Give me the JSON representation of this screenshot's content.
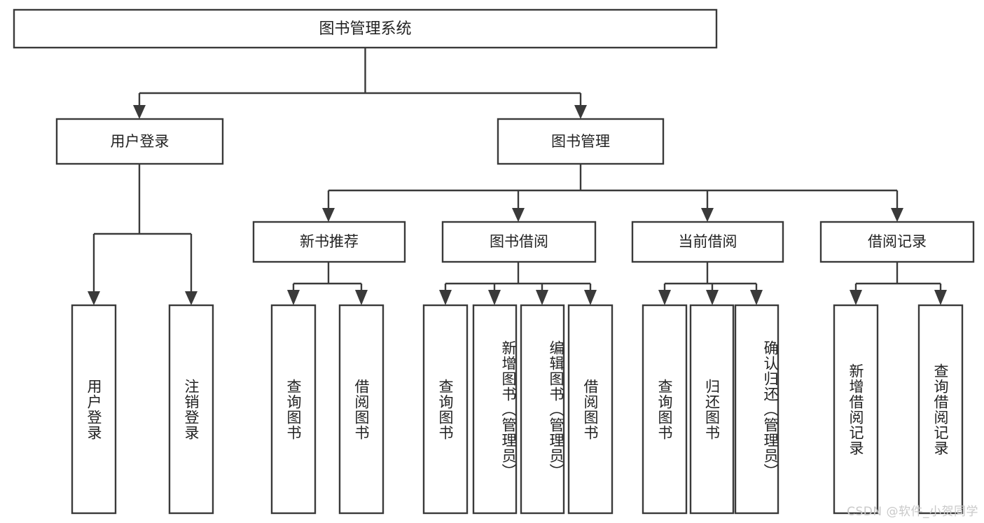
{
  "diagram": {
    "title": "图书管理系统",
    "type": "tree",
    "orientation": "top-down",
    "colors": {
      "line": "#3a3a3a",
      "box_fill": "#ffffff",
      "text": "#222222",
      "background": "#ffffff",
      "watermark": "#c9c9c9"
    },
    "root": {
      "id": "root",
      "label": "图书管理系统"
    },
    "level2": [
      {
        "id": "user-login",
        "label": "用户登录"
      },
      {
        "id": "book-manage",
        "label": "图书管理"
      }
    ],
    "level3": [
      {
        "id": "new-book-recommend",
        "label": "新书推荐",
        "parent": "book-manage"
      },
      {
        "id": "book-borrow",
        "label": "图书借阅",
        "parent": "book-manage"
      },
      {
        "id": "current-borrow",
        "label": "当前借阅",
        "parent": "book-manage"
      },
      {
        "id": "borrow-record",
        "label": "借阅记录",
        "parent": "book-manage"
      }
    ],
    "leaves": [
      {
        "id": "leaf-user-login",
        "label": "用户登录",
        "parent": "user-login"
      },
      {
        "id": "leaf-logout-login",
        "label": "注销登录",
        "parent": "user-login"
      },
      {
        "id": "leaf-query-book-1",
        "label": "查询图书",
        "parent": "new-book-recommend"
      },
      {
        "id": "leaf-borrow-book-1",
        "label": "借阅图书",
        "parent": "new-book-recommend"
      },
      {
        "id": "leaf-query-book-2",
        "label": "查询图书",
        "parent": "book-borrow"
      },
      {
        "id": "leaf-add-book",
        "label": "新增图书（管理员）",
        "parent": "book-borrow"
      },
      {
        "id": "leaf-edit-book",
        "label": "编辑图书（管理员）",
        "parent": "book-borrow"
      },
      {
        "id": "leaf-borrow-book-2",
        "label": "借阅图书",
        "parent": "book-borrow"
      },
      {
        "id": "leaf-query-book-3",
        "label": "查询图书",
        "parent": "current-borrow"
      },
      {
        "id": "leaf-return-book",
        "label": "归还图书",
        "parent": "current-borrow"
      },
      {
        "id": "leaf-confirm-return",
        "label": "确认归还（管理员）",
        "parent": "current-borrow"
      },
      {
        "id": "leaf-add-record",
        "label": "新增借阅记录",
        "parent": "borrow-record"
      },
      {
        "id": "leaf-query-record",
        "label": "查询借阅记录",
        "parent": "borrow-record"
      }
    ],
    "watermark": "CSDN @软件_小贺同学"
  }
}
